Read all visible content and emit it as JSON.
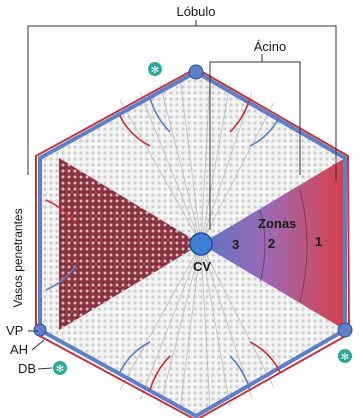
{
  "labels": {
    "lobulo": "Lóbulo",
    "acino": "Ácino",
    "vasos_penetrantes": "Vasos penetrantes",
    "zonas": "Zonas",
    "zona_3": "3",
    "zona_2": "2",
    "zona_1": "1",
    "cv": "CV",
    "vp": "VP",
    "ah": "AH",
    "db": "DB"
  },
  "colors": {
    "portal_vein": "#5b7fc8",
    "artery": "#c8323c",
    "central_vein": "#3d7fd6",
    "zone_gradient_start": "#6b78c8",
    "zone_gradient_end": "#d8404a",
    "bile_duct": "#2aa89a",
    "plates": "#d9d9d9"
  }
}
